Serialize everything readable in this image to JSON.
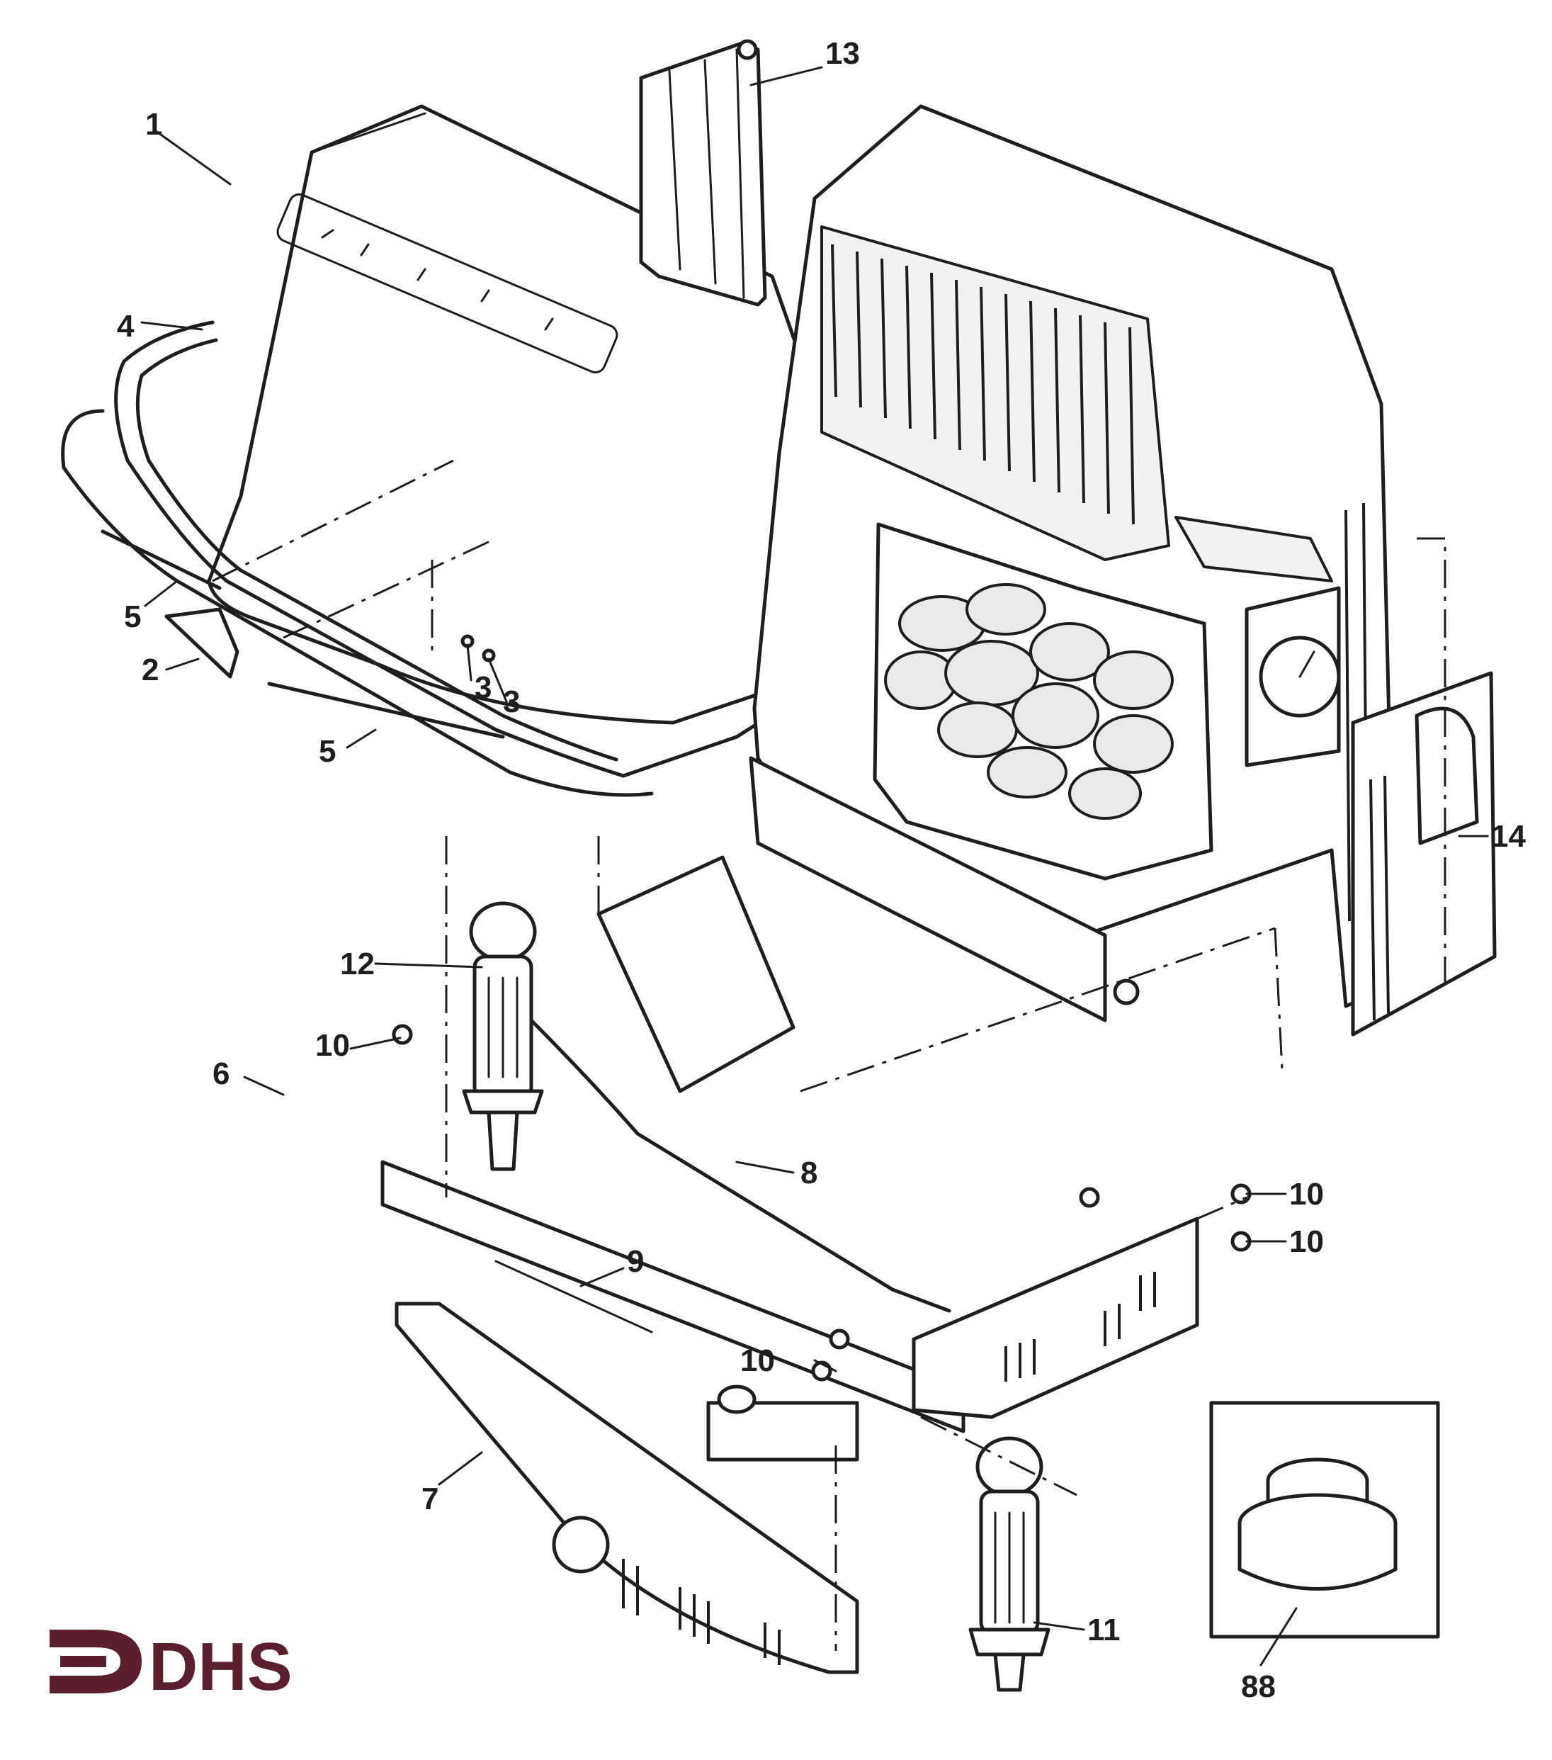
{
  "callouts": {
    "c1": "1",
    "c2": "2",
    "c3a": "3",
    "c3b": "3",
    "c4": "4",
    "c5a": "5",
    "c5b": "5",
    "c6": "6",
    "c7": "7",
    "c8": "8",
    "c9": "9",
    "c10a": "10",
    "c10b": "10",
    "c10c": "10",
    "c10d": "10",
    "c11": "11",
    "c12": "12",
    "c13": "13",
    "c14": "14",
    "c88": "88"
  },
  "logo": {
    "text": "DHS",
    "color": "#5c1f2e"
  }
}
